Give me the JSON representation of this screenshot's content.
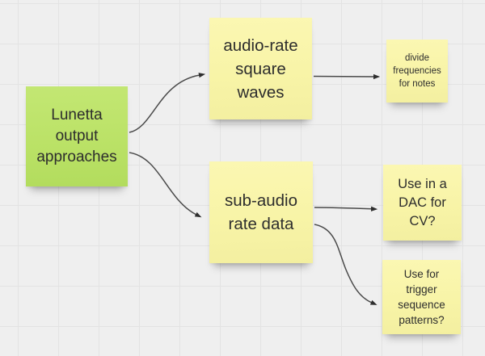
{
  "app": {
    "view": "whiteboard-mindmap"
  },
  "colors": {
    "canvas_background": "#efefef",
    "grid_line": "#e3e3e3",
    "note_yellow": "#f8f4a7",
    "note_green": "#bbe267",
    "connector": "#4a4a4a",
    "text": "#2d2d2d"
  },
  "notes": [
    {
      "id": "lunetta-output-approaches",
      "color": "green",
      "text": "Lunetta\noutput\napproaches"
    },
    {
      "id": "audio-rate-square-waves",
      "color": "yellow",
      "text": "audio-rate\nsquare\nwaves"
    },
    {
      "id": "divide-frequencies-for-notes",
      "color": "yellow",
      "text": "divide\nfrequencies\nfor notes"
    },
    {
      "id": "sub-audio-rate-data",
      "color": "yellow",
      "text": "sub-audio\nrate data"
    },
    {
      "id": "use-in-a-dac-for-cv",
      "color": "yellow",
      "text": "Use in a\nDAC for\nCV?"
    },
    {
      "id": "use-for-trigger-sequence-patterns",
      "color": "yellow",
      "text": "Use for\ntrigger\nsequence\npatterns?"
    }
  ],
  "connectors": [
    {
      "from": "lunetta-output-approaches",
      "to": "audio-rate-square-waves",
      "style": "curved-arrow"
    },
    {
      "from": "lunetta-output-approaches",
      "to": "sub-audio-rate-data",
      "style": "curved-arrow"
    },
    {
      "from": "audio-rate-square-waves",
      "to": "divide-frequencies-for-notes",
      "style": "straight-arrow"
    },
    {
      "from": "sub-audio-rate-data",
      "to": "use-in-a-dac-for-cv",
      "style": "straight-arrow"
    },
    {
      "from": "sub-audio-rate-data",
      "to": "use-for-trigger-sequence-patterns",
      "style": "curved-arrow"
    }
  ]
}
